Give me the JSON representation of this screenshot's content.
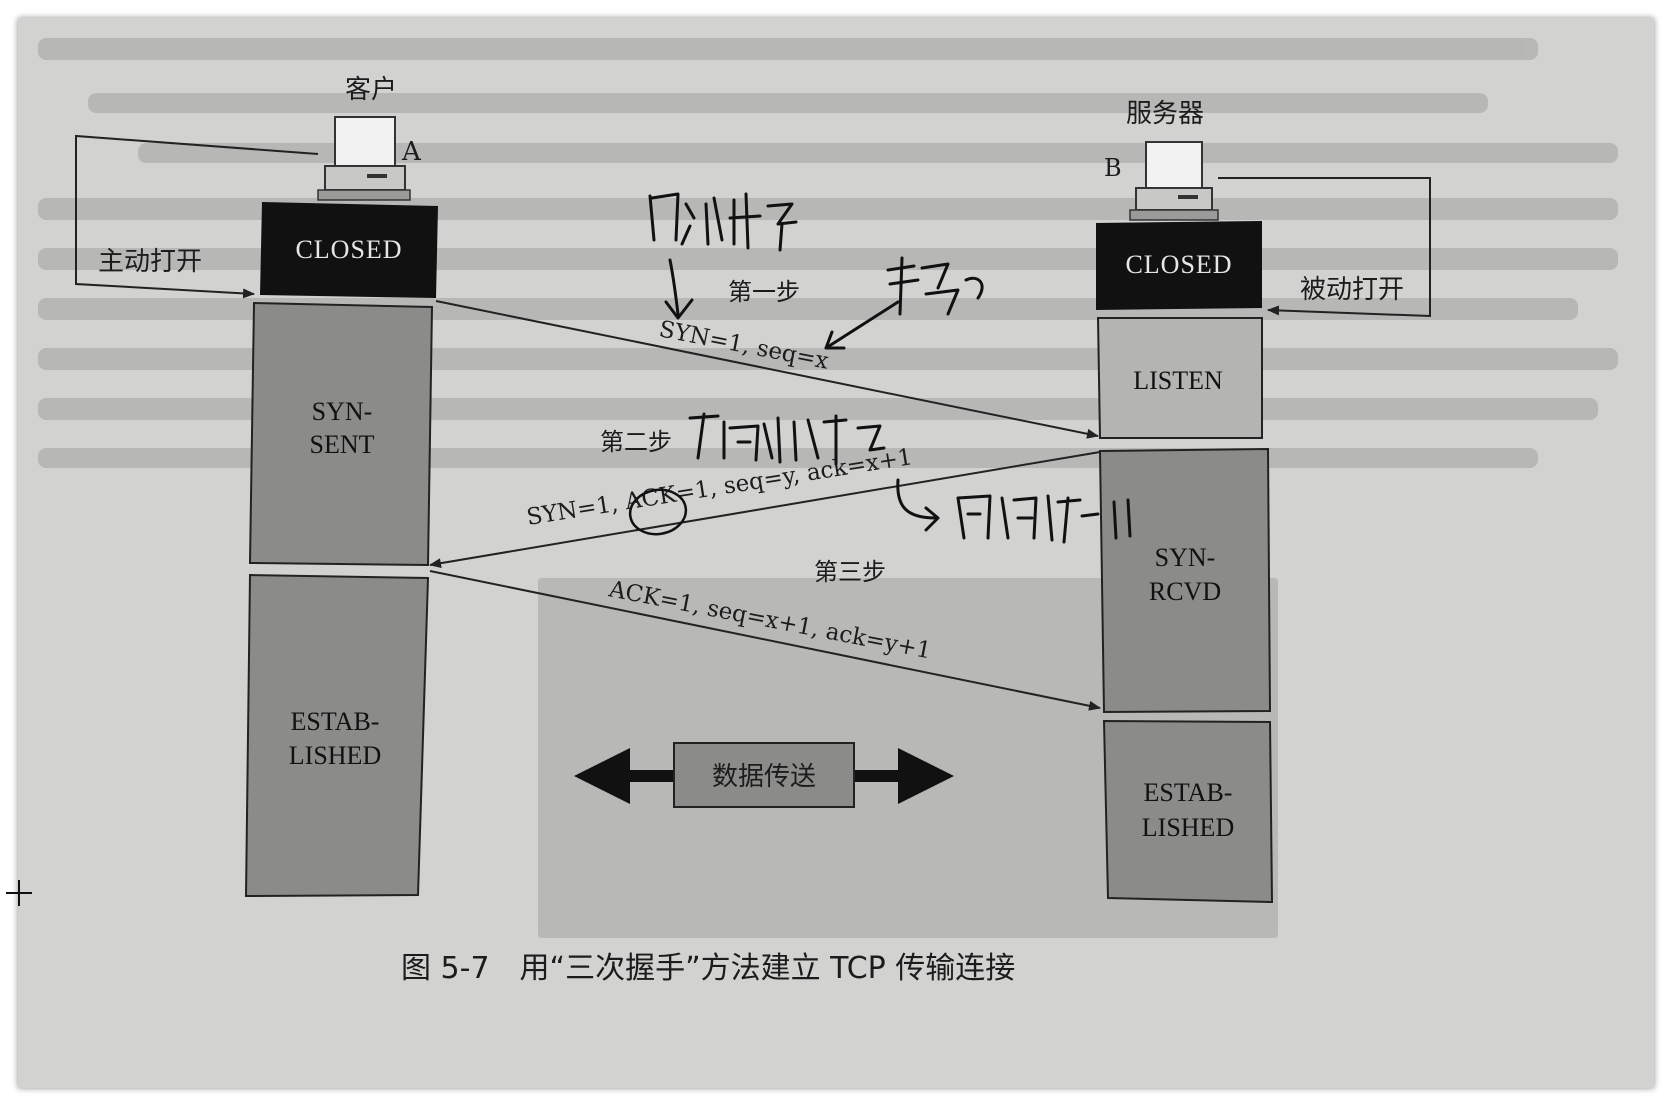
{
  "client": {
    "title": "客户",
    "letter": "A",
    "action": "主动打开"
  },
  "server": {
    "title": "服务器",
    "letter": "B",
    "action": "被动打开"
  },
  "client_states": [
    "CLOSED",
    "SYN-",
    "SENT",
    "ESTAB-",
    "LISHED"
  ],
  "server_states": [
    "CLOSED",
    "LISTEN",
    "SYN-",
    "RCVD",
    "ESTAB-",
    "LISHED"
  ],
  "steps": [
    {
      "label": "第一步",
      "message": "SYN=1, seq=x"
    },
    {
      "label": "第二步",
      "message": "SYN=1, ACK=1, seq=y, ack=x+1"
    },
    {
      "label": "第三步",
      "message": "ACK=1, seq=x+1, ack=y+1"
    }
  ],
  "data_transfer": "数据传送",
  "caption": "图 5-7　用“三次握手”方法建立 TCP 传输连接",
  "colors": {
    "dark_state": "#111111",
    "state_fill": "#8b8b89",
    "light_state": "#b4b4b2",
    "arrow": "#222222"
  }
}
